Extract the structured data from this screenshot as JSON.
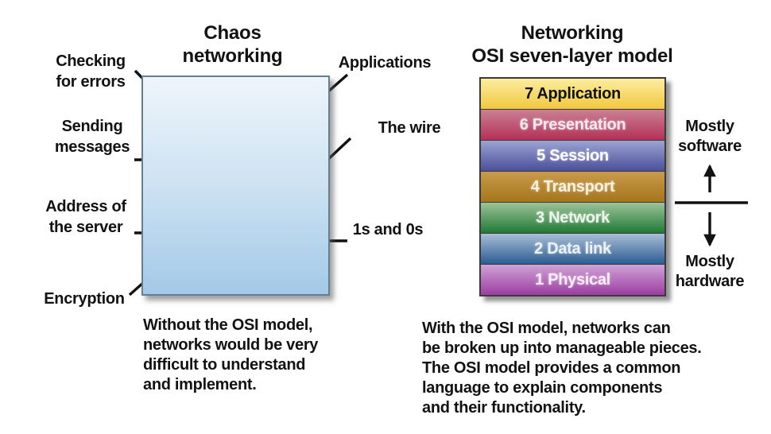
{
  "left_panel": {
    "title": "Chaos\nnetworking",
    "box": {
      "color_top": "#eef5fb",
      "color_mid": "#cde2f2",
      "color_bottom": "#a3c9e7"
    },
    "arrow_labels": {
      "checking": "Checking\nfor errors",
      "sending": "Sending\nmessages",
      "address": "Address of\nthe server",
      "encryption": "Encryption",
      "applications": "Applications",
      "the_wire": "The wire",
      "ones_zeros": "1s and 0s"
    },
    "caption": "Without the OSI model,\nnetworks would be very\ndifficult to understand\nand implement."
  },
  "right_panel": {
    "title": "Networking\nOSI seven-layer model",
    "layers": [
      {
        "label": "7 Application",
        "color_top": "#fbeda0",
        "color_bottom": "#f2c83e",
        "text_color": "#111111"
      },
      {
        "label": "6 Presentation",
        "color_top": "#ca8095",
        "color_bottom": "#b43057",
        "text_color": "#f6e9ee"
      },
      {
        "label": "5 Session",
        "color_top": "#9ca3d2",
        "color_bottom": "#4a4f9b",
        "text_color": "#ffffff"
      },
      {
        "label": "4 Transport",
        "color_top": "#c99a4a",
        "color_bottom": "#a5761c",
        "text_color": "#f9f1e2"
      },
      {
        "label": "3 Network",
        "color_top": "#9dc39a",
        "color_bottom": "#1f7a35",
        "text_color": "#eef6ec"
      },
      {
        "label": "2 Data link",
        "color_top": "#a9bed6",
        "color_bottom": "#2b5c92",
        "text_color": "#ecf2f9"
      },
      {
        "label": "1 Physical",
        "color_top": "#d0a3d6",
        "color_bottom": "#9b3da1",
        "text_color": "#f9eefa"
      }
    ],
    "side_top_label": "Mostly\nsoftware",
    "side_bottom_label": "Mostly\nhardware",
    "caption": "With the OSI model, networks can\nbe broken up into manageable pieces.\nThe OSI model provides a common\nlanguage to explain components\nand their functionality.",
    "arrow_color": "#111111"
  }
}
